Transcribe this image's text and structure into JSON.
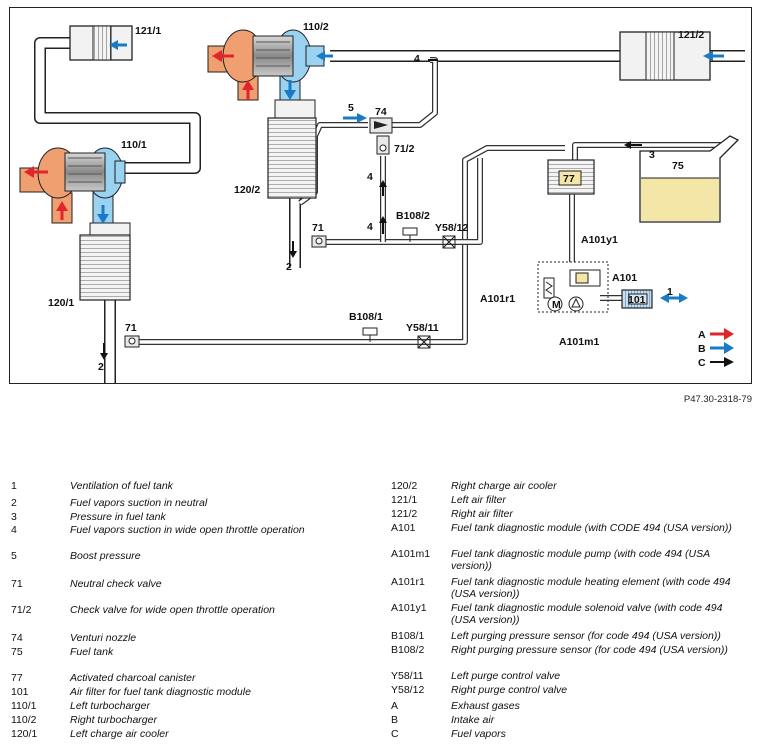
{
  "diagram": {
    "labels": {
      "afl": "121/1",
      "afr": "121/2",
      "tc1": "110/1",
      "tc2": "110/2",
      "cac1": "120/1",
      "cac2": "120/2",
      "venturi": "74",
      "check_wot": "71/2",
      "check_n1": "71",
      "check_n2": "71",
      "canister": "77",
      "tank": "75",
      "b108_2": "B108/2",
      "b108_1": "B108/1",
      "y58_12": "Y58/12",
      "y58_11": "Y58/11",
      "a101y1": "A101y1",
      "a101": "A101",
      "a101r1": "A101r1",
      "a101m1": "A101m1",
      "filter101": "101",
      "flow_1": "1",
      "flow_2a": "2",
      "flow_2b": "2",
      "flow_3": "3",
      "flow_4a": "4",
      "flow_4b": "4",
      "flow_4c": "4",
      "flow_5": "5",
      "motor": "M",
      "key_a": "A",
      "key_b": "B",
      "key_c": "C"
    },
    "colors": {
      "exhaust": "#e0262b",
      "intake": "#1a7bc4",
      "vapor": "#c8a000",
      "tank_fluid": "#f3e6a6",
      "hot_housing": "#f0a070",
      "cold_housing": "#9ad3f2",
      "filter_blue": "#c9dff0"
    }
  },
  "figure_code": "P47.30-2318-79",
  "legend": {
    "left": [
      {
        "code": "1",
        "desc": "Ventilation of fuel tank"
      },
      {
        "code": "2",
        "desc": "Fuel vapors suction in neutral"
      },
      {
        "code": "3",
        "desc": "Pressure in fuel tank"
      },
      {
        "code": "4",
        "desc": "Fuel vapors suction in wide open throttle operation"
      },
      {
        "code": "5",
        "desc": "Boost pressure"
      },
      {
        "code": "71",
        "desc": "Neutral check valve"
      },
      {
        "code": "71/2",
        "desc": "Check valve for wide open throttle operation"
      },
      {
        "code": "74",
        "desc": "Venturi nozzle"
      },
      {
        "code": "75",
        "desc": "Fuel tank"
      },
      {
        "code": "77",
        "desc": "Activated charcoal canister"
      },
      {
        "code": "101",
        "desc": "Air filter for fuel tank diagnostic module"
      },
      {
        "code": "110/1",
        "desc": "Left turbocharger"
      },
      {
        "code": "110/2",
        "desc": "Right turbocharger"
      },
      {
        "code": "120/1",
        "desc": "Left charge air cooler"
      }
    ],
    "right": [
      {
        "code": "120/2",
        "desc": "Right charge air cooler"
      },
      {
        "code": "121/1",
        "desc": "Left air filter"
      },
      {
        "code": "121/2",
        "desc": "Right air filter"
      },
      {
        "code": "A101",
        "desc": "Fuel tank diagnostic module (with CODE 494 (USA version))"
      },
      {
        "code": "A101m1",
        "desc": "Fuel tank diagnostic module pump (with code 494 (USA version))"
      },
      {
        "code": "A101r1",
        "desc": "Fuel tank diagnostic module heating element (with code 494 (USA version))"
      },
      {
        "code": "A101y1",
        "desc": "Fuel tank diagnostic module solenoid valve (with code 494 (USA version))"
      },
      {
        "code": "B108/1",
        "desc": "Left purging pressure sensor (for code 494 (USA version))"
      },
      {
        "code": "B108/2",
        "desc": "Right purging pressure sensor (for code 494 (USA version))"
      },
      {
        "code": "Y58/11",
        "desc": "Left purge control valve"
      },
      {
        "code": "Y58/12",
        "desc": "Right purge control valve"
      },
      {
        "code": "A",
        "desc": "Exhaust gases"
      },
      {
        "code": "B",
        "desc": "Intake air"
      },
      {
        "code": "C",
        "desc": "Fuel vapors"
      }
    ]
  }
}
